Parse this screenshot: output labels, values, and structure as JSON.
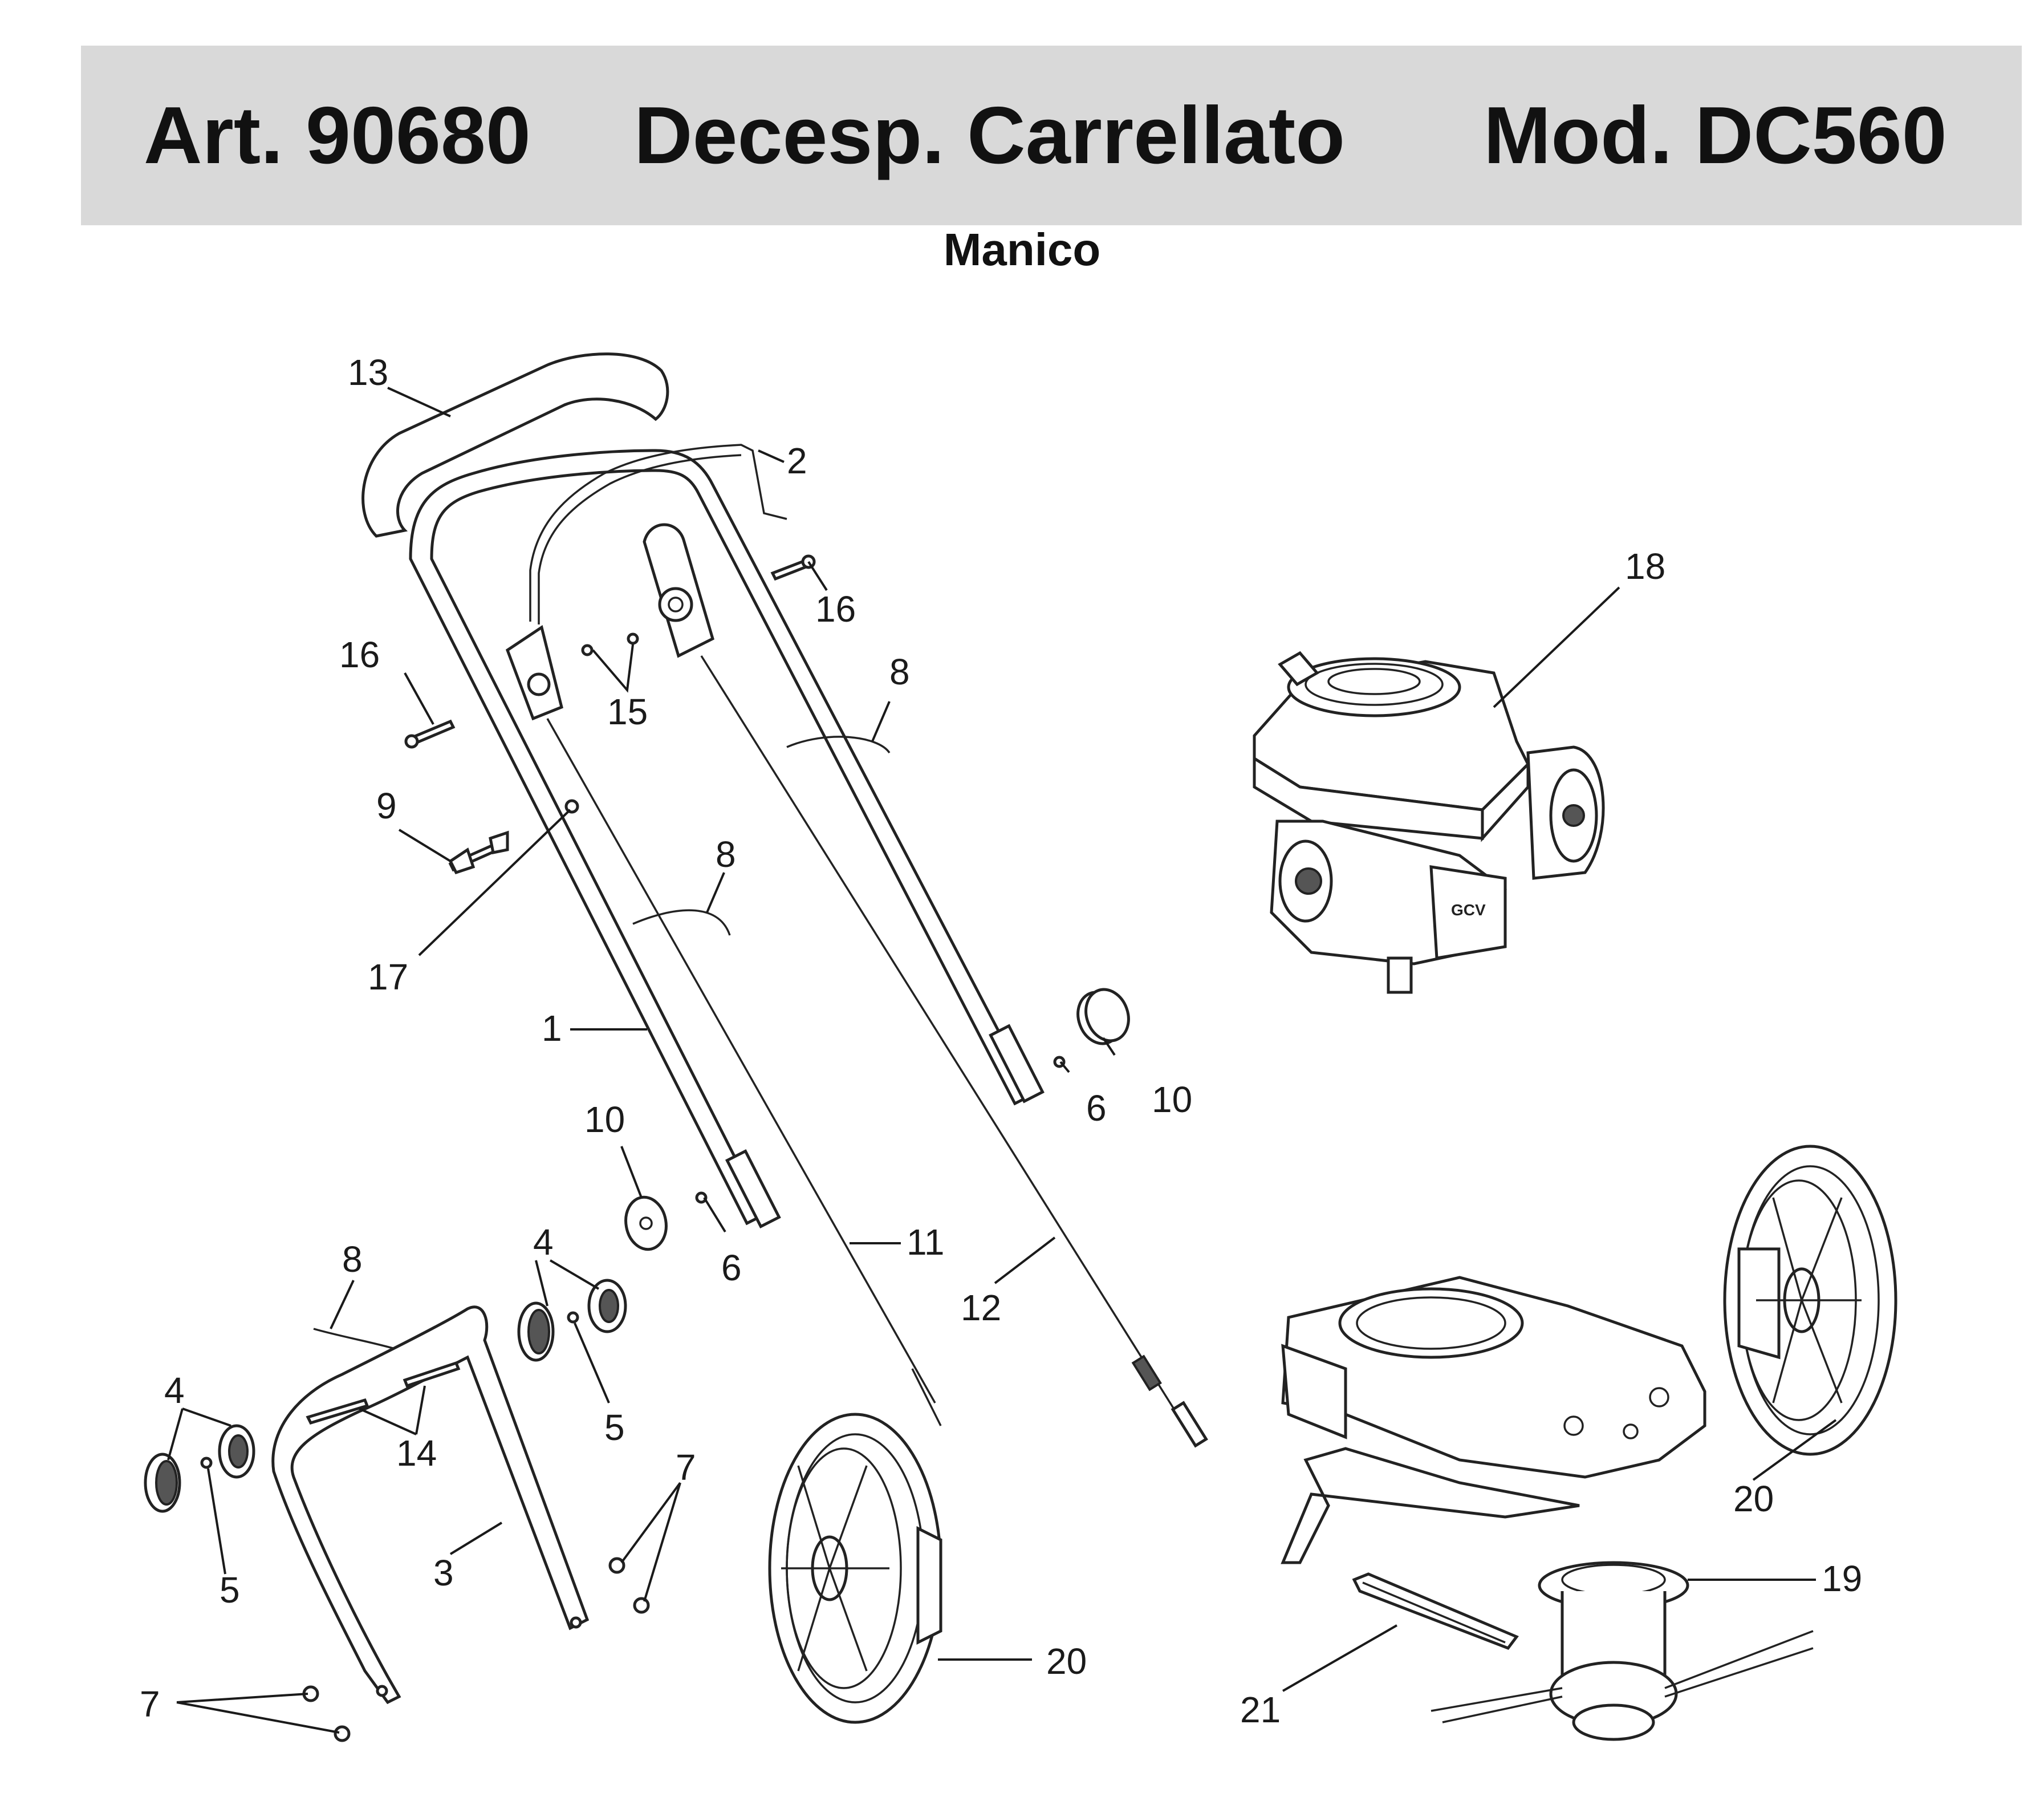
{
  "header": {
    "article": "Art. 90680",
    "description": "Decesp. Carrellato",
    "model": "Mod. DC560"
  },
  "subtitle": "Manico",
  "callouts": {
    "c1": "1",
    "c2": "2",
    "c3": "3",
    "c4a": "4",
    "c4b": "4",
    "c5a": "5",
    "c5b": "5",
    "c6a": "6",
    "c6b": "6",
    "c7a": "7",
    "c7b": "7",
    "c8a": "8",
    "c8b": "8",
    "c8c": "8",
    "c9": "9",
    "c10a": "10",
    "c10b": "10",
    "c11": "11",
    "c12": "12",
    "c13": "13",
    "c14": "14",
    "c15": "15",
    "c16a": "16",
    "c16b": "16",
    "c17": "17",
    "c18": "18",
    "c19": "19",
    "c20a": "20",
    "c20b": "20",
    "c21": "21"
  },
  "engine_label": "GCV"
}
